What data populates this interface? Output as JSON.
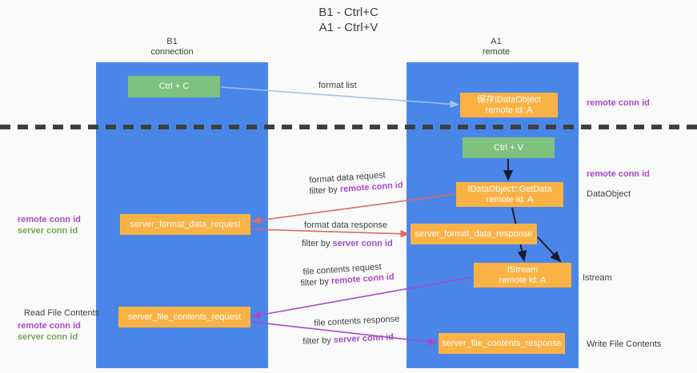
{
  "title": "B1 - Ctrl+C\nA1 - Ctrl+V",
  "lanes": {
    "left": {
      "name": "B1\nconnection",
      "color": "#4a86e8"
    },
    "right": {
      "name": "A1\nremote",
      "color": "#4a86e8"
    }
  },
  "colors": {
    "lane": "#4a86e8",
    "green_node": "#7fc17f",
    "orange_node": "#fbb245",
    "remote_conn_id": "#a64ac9",
    "server_conn_id": "#6aa84f",
    "arrow_blue": "#9fc5e8",
    "arrow_red": "#e06666",
    "arrow_purple": "#a64ac9",
    "arrow_dark": "#1a1a2e",
    "divider": "#3c4043",
    "background": "#fafafa"
  },
  "nodes": {
    "ctrl_c": "Ctrl + C",
    "save_idataobject": "保存IDataObject\nremote id: A",
    "ctrl_v": "Ctrl + V",
    "getdata": "IDataObject::GetData\nremote id: A",
    "server_format_data_request": "server_format_data_request",
    "server_format_data_response": "server_format_data_response",
    "istream": "IStream\nremote id: A",
    "server_file_contents_request": "server_file_contents_request",
    "server_file_contents_response": "server_file_contents_response"
  },
  "edge_labels": {
    "format_list": "format list",
    "format_data_request": "format data request",
    "format_data_request_filter_prefix": "filter by ",
    "format_data_request_filter_key": "remote conn id",
    "format_data_response": "format data response",
    "format_data_response_filter_prefix": "filter by ",
    "format_data_response_filter_key": "server conn id",
    "file_contents_request": "file contents request",
    "file_contents_request_filter_prefix": "filter by ",
    "file_contents_request_filter_key": "remote conn id",
    "file_contents_response": "file contents response",
    "file_contents_response_filter_prefix": "filter by ",
    "file_contents_response_filter_key": "server conn id"
  },
  "annotations": {
    "right_remote_conn_id_top": "remote conn id",
    "right_remote_conn_id_mid": "remote conn id",
    "right_dataobject": "DataObject",
    "right_istream": "Istream",
    "right_write_file_contents": "Write File Contents",
    "left_remote_conn_id_1": "remote conn id",
    "left_server_conn_id_1": "server conn id",
    "left_read_file_contents": "Read File Contents",
    "left_remote_conn_id_2": "remote conn id",
    "left_server_conn_id_2": "server conn id"
  }
}
